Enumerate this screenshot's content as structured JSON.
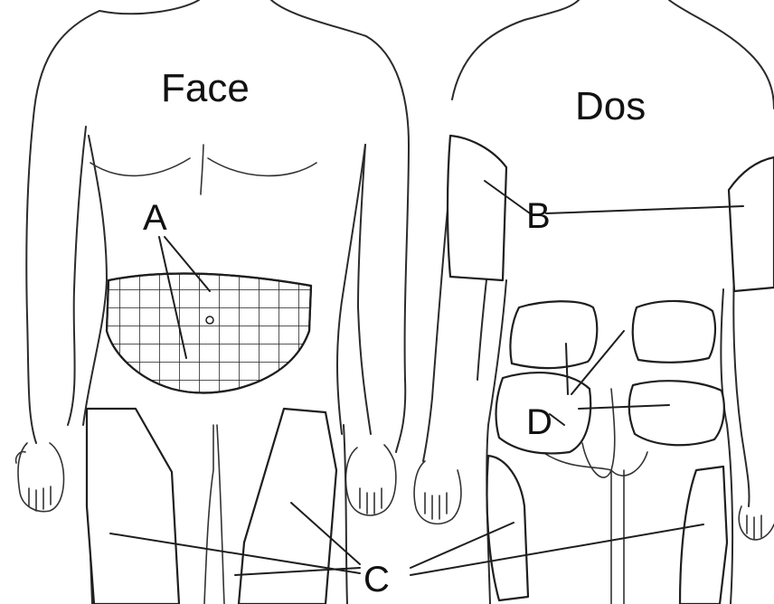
{
  "titles": {
    "front": "Face",
    "back": "Dos"
  },
  "zones": {
    "a": "A",
    "b": "B",
    "c": "C",
    "d": "D"
  }
}
